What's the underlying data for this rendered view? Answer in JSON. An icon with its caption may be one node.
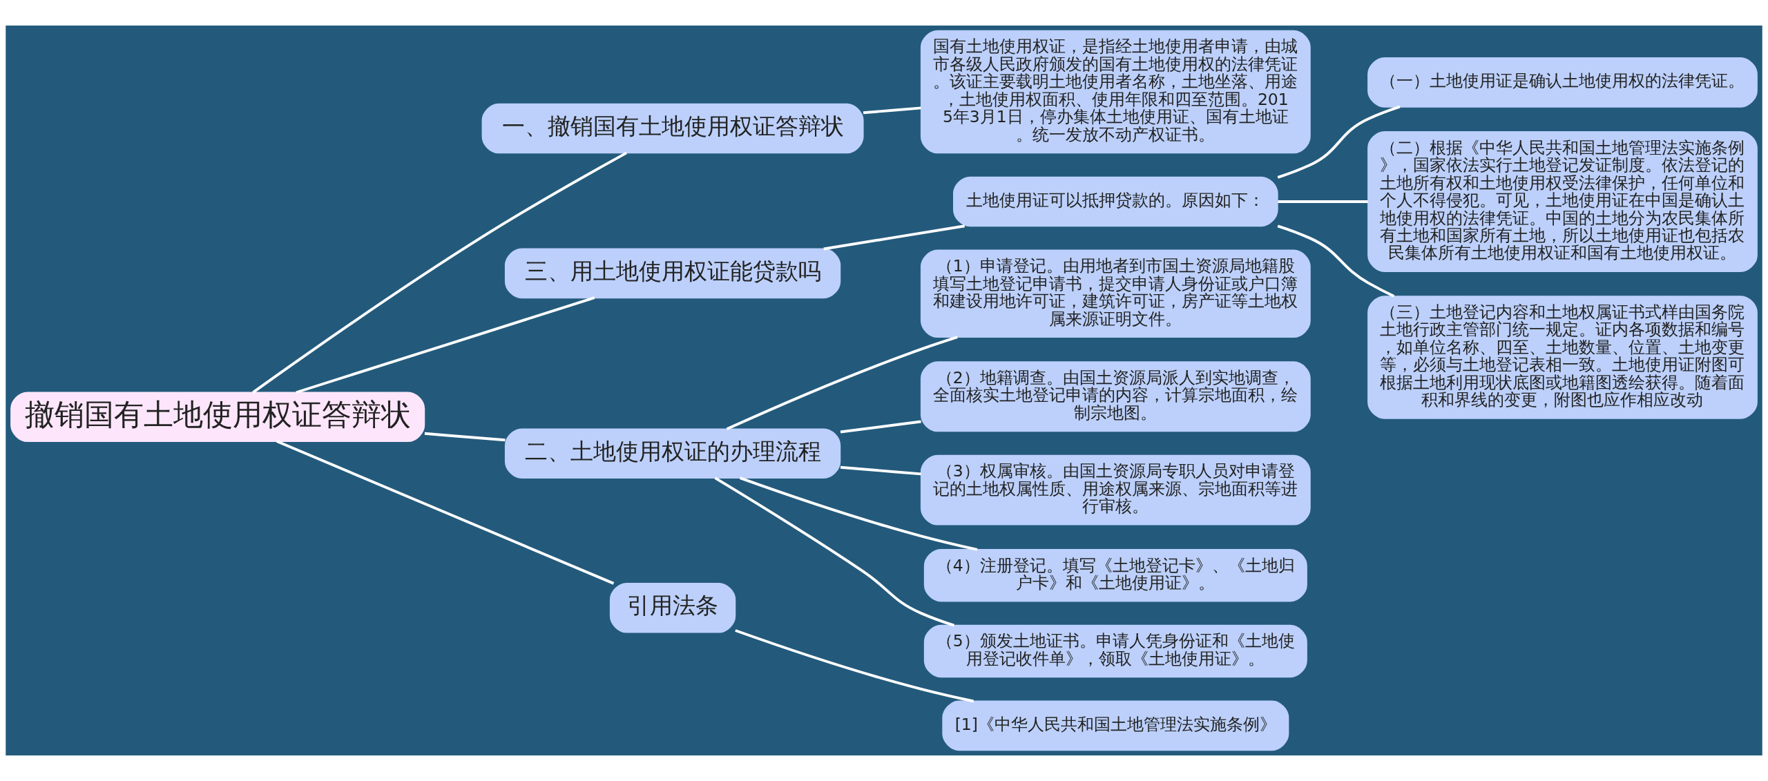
{
  "diagram": {
    "nodes": [
      {
        "text": [
          "撤销国有土地使用权证答辩状"
        ]
      },
      {
        "text": [
          "一、撤销国有土地使用权证答辩状"
        ]
      },
      {
        "text": [
          "国有土地使用权证，是指经土地使用者申请，由城市各级人民政府颁发的国有土地使用权的法律凭证。该证主要载明土地使用者名称，土地坐落、用途，土地使用权面积、使用年限和四至范围。2015年3月1日，停办集体土地使用证、国有土地证。统一发放不动产权证书。"
        ]
      },
      {
        "text": [
          "三、用土地使用权证能贷款吗"
        ]
      },
      {
        "text": [
          "土地使用证可以抵押贷款的。原因如下："
        ]
      },
      {
        "text": [
          "（一）土地使用证是确认土地使用权的法律凭证。"
        ]
      },
      {
        "text": [
          "（二）根据《中华人民共和国土地管理法实施条例》，国家依法实行土地登记发证制度。依法登记的土地所有权和土地使用权受法律保护，任何单位和个人不得侵犯。可见，土地使用证在中国是确认土地使用权的法律凭证。中国的土地分为农民集体所有土地和国家所有土地，所以土地使用证也包括农民集体所有土地使用权证和国有土地使用权证。"
        ]
      },
      {
        "text": [
          "（三）土地登记内容和土地权属证书式样由国务院土地行政主管部门统一规定。证内各项数据和编号，如单位名称、四至、土地数量、位置、土地变更等，必须与土地登记表相一致。土地使用证附图可根据土地利用现状底图或地籍图透绘获得。随着面积和界线的变更，附图也应作相应改动"
        ]
      },
      {
        "text": [
          "二、土地使用权证的办理流程"
        ]
      },
      {
        "text": [
          "（1）申请登记。由用地者到市国土资源局地籍股填写土地登记申请书，提交申请人身份证或户口簿和建设用地许可证，建筑许可证，房产证等土地权属来源证明文件。"
        ]
      },
      {
        "text": [
          "（2）地籍调查。由国土资源局派人到实地调查，全面核实土地登记申请的内容，计算宗地面积，绘制宗地图。"
        ]
      },
      {
        "text": [
          "（3）权属审核。由国土资源局专职人员对申请登记的土地权属性质、用途权属来源、宗地面积等进行审核。"
        ]
      },
      {
        "text": [
          "（4）注册登记。填写《土地登记卡》、《土地归户卡》和《土地使用证》。"
        ]
      },
      {
        "text": [
          "（5）颁发土地证书。申请人凭身份证和《土地使用登记收件单》，领取《土地使用证》。"
        ]
      },
      {
        "text": [
          "引用法条"
        ]
      },
      {
        "text": [
          "[1]《中华人民共和国土地管理法实施条例》"
        ]
      }
    ],
    "edges": [
      {
        "from": 0,
        "to": 1,
        "arrow": "none"
      },
      {
        "from": 1,
        "to": 2,
        "arrow": "none"
      },
      {
        "from": 0,
        "to": 3,
        "arrow": "none"
      },
      {
        "from": 3,
        "to": 4,
        "arrow": "none"
      },
      {
        "from": 4,
        "to": 5,
        "arrow": "none"
      },
      {
        "from": 4,
        "to": 6,
        "arrow": "none"
      },
      {
        "from": 4,
        "to": 7,
        "arrow": "none"
      },
      {
        "from": 0,
        "to": 8,
        "arrow": "none"
      },
      {
        "from": 8,
        "to": 9,
        "arrow": "none"
      },
      {
        "from": 8,
        "to": 10,
        "arrow": "none"
      },
      {
        "from": 8,
        "to": 11,
        "arrow": "none"
      },
      {
        "from": 8,
        "to": 12,
        "arrow": "none"
      },
      {
        "from": 8,
        "to": 13,
        "arrow": "none"
      },
      {
        "from": 0,
        "to": 14,
        "arrow": "none"
      },
      {
        "from": 14,
        "to": 15,
        "arrow": "none"
      }
    ]
  }
}
